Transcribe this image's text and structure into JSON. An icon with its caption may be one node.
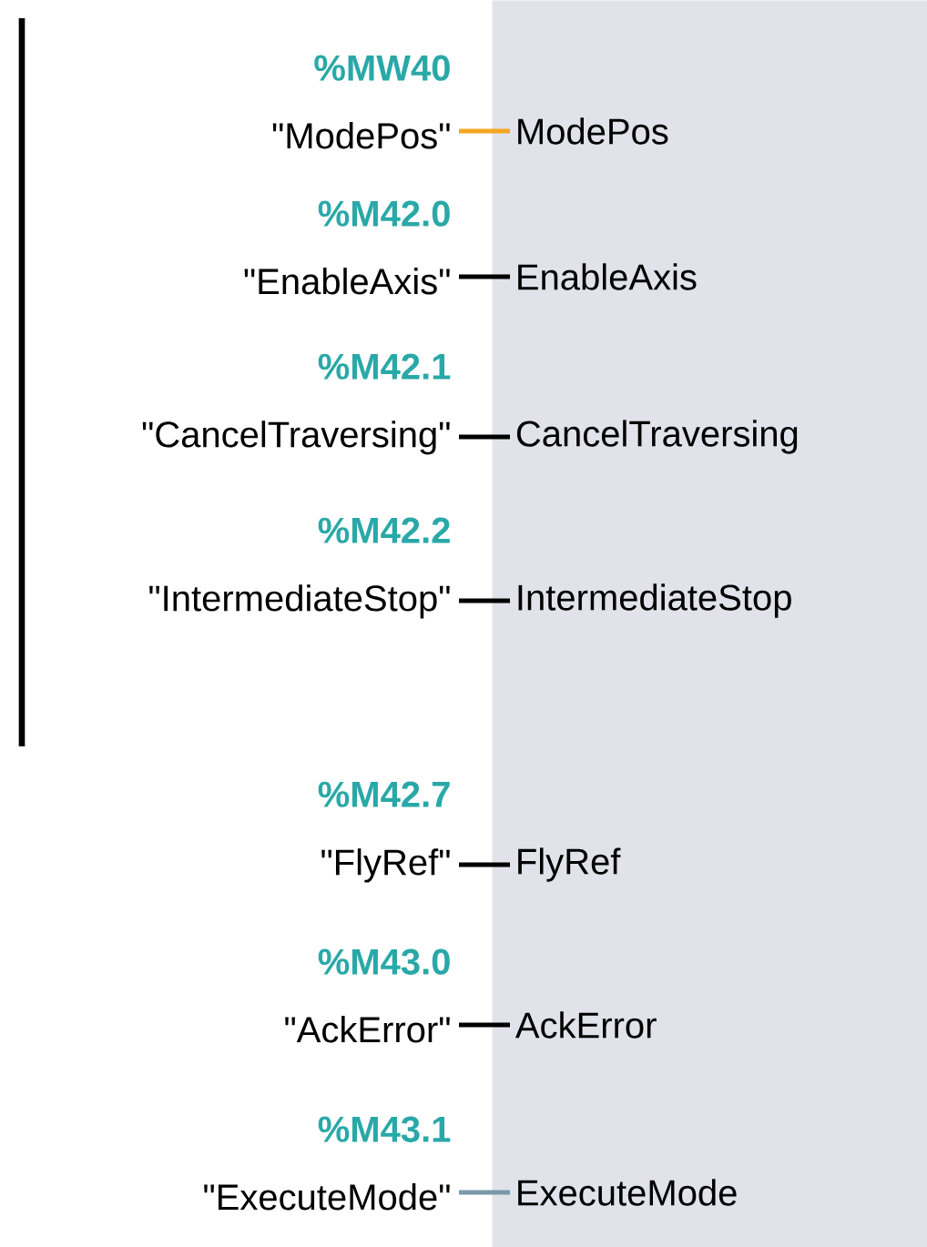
{
  "diagram": {
    "nodes": [
      {
        "text": [],
        "shape": "box"
      },
      {
        "text": [
          "%MW40",
          "\"ModePos\""
        ]
      },
      {
        "text": [
          "ModePos"
        ],
        "in": 0
      },
      {
        "text": [
          "%M42.0",
          "\"EnableAxis\""
        ]
      },
      {
        "text": [
          "EnableAxis"
        ],
        "in": 0
      },
      {
        "text": [
          "%M42.1",
          "\"CancelTraversing\""
        ]
      },
      {
        "text": [
          "CancelTraversing"
        ],
        "in": 0
      },
      {
        "text": [
          "%M42.2",
          "\"IntermediateStop\""
        ]
      },
      {
        "text": [
          "IntermediateStop"
        ],
        "in": 0
      },
      {
        "text": [
          "%M42.7",
          "\"FlyRef\""
        ]
      },
      {
        "text": [
          "FlyRef"
        ],
        "in": 0
      },
      {
        "text": [
          "%M43.0",
          "\"AckError\""
        ]
      },
      {
        "text": [
          "AckError"
        ],
        "in": 0
      },
      {
        "text": [
          "%M43.1",
          "\"ExecuteMode\""
        ]
      },
      {
        "text": [
          "ExecuteMode"
        ],
        "in": 0
      }
    ],
    "edges": [
      {
        "from": 1,
        "to": 2,
        "arrow": "none",
        "color": "#f5a623"
      },
      {
        "from": 3,
        "to": 4,
        "arrow": "none"
      },
      {
        "from": 5,
        "to": 6,
        "arrow": "none"
      },
      {
        "from": 7,
        "to": 8,
        "arrow": "none"
      },
      {
        "from": 9,
        "to": 10,
        "arrow": "none"
      },
      {
        "from": 11,
        "to": 12,
        "arrow": "none"
      },
      {
        "from": 13,
        "to": 14,
        "arrow": "none",
        "color": "#7a98aa"
      }
    ]
  }
}
